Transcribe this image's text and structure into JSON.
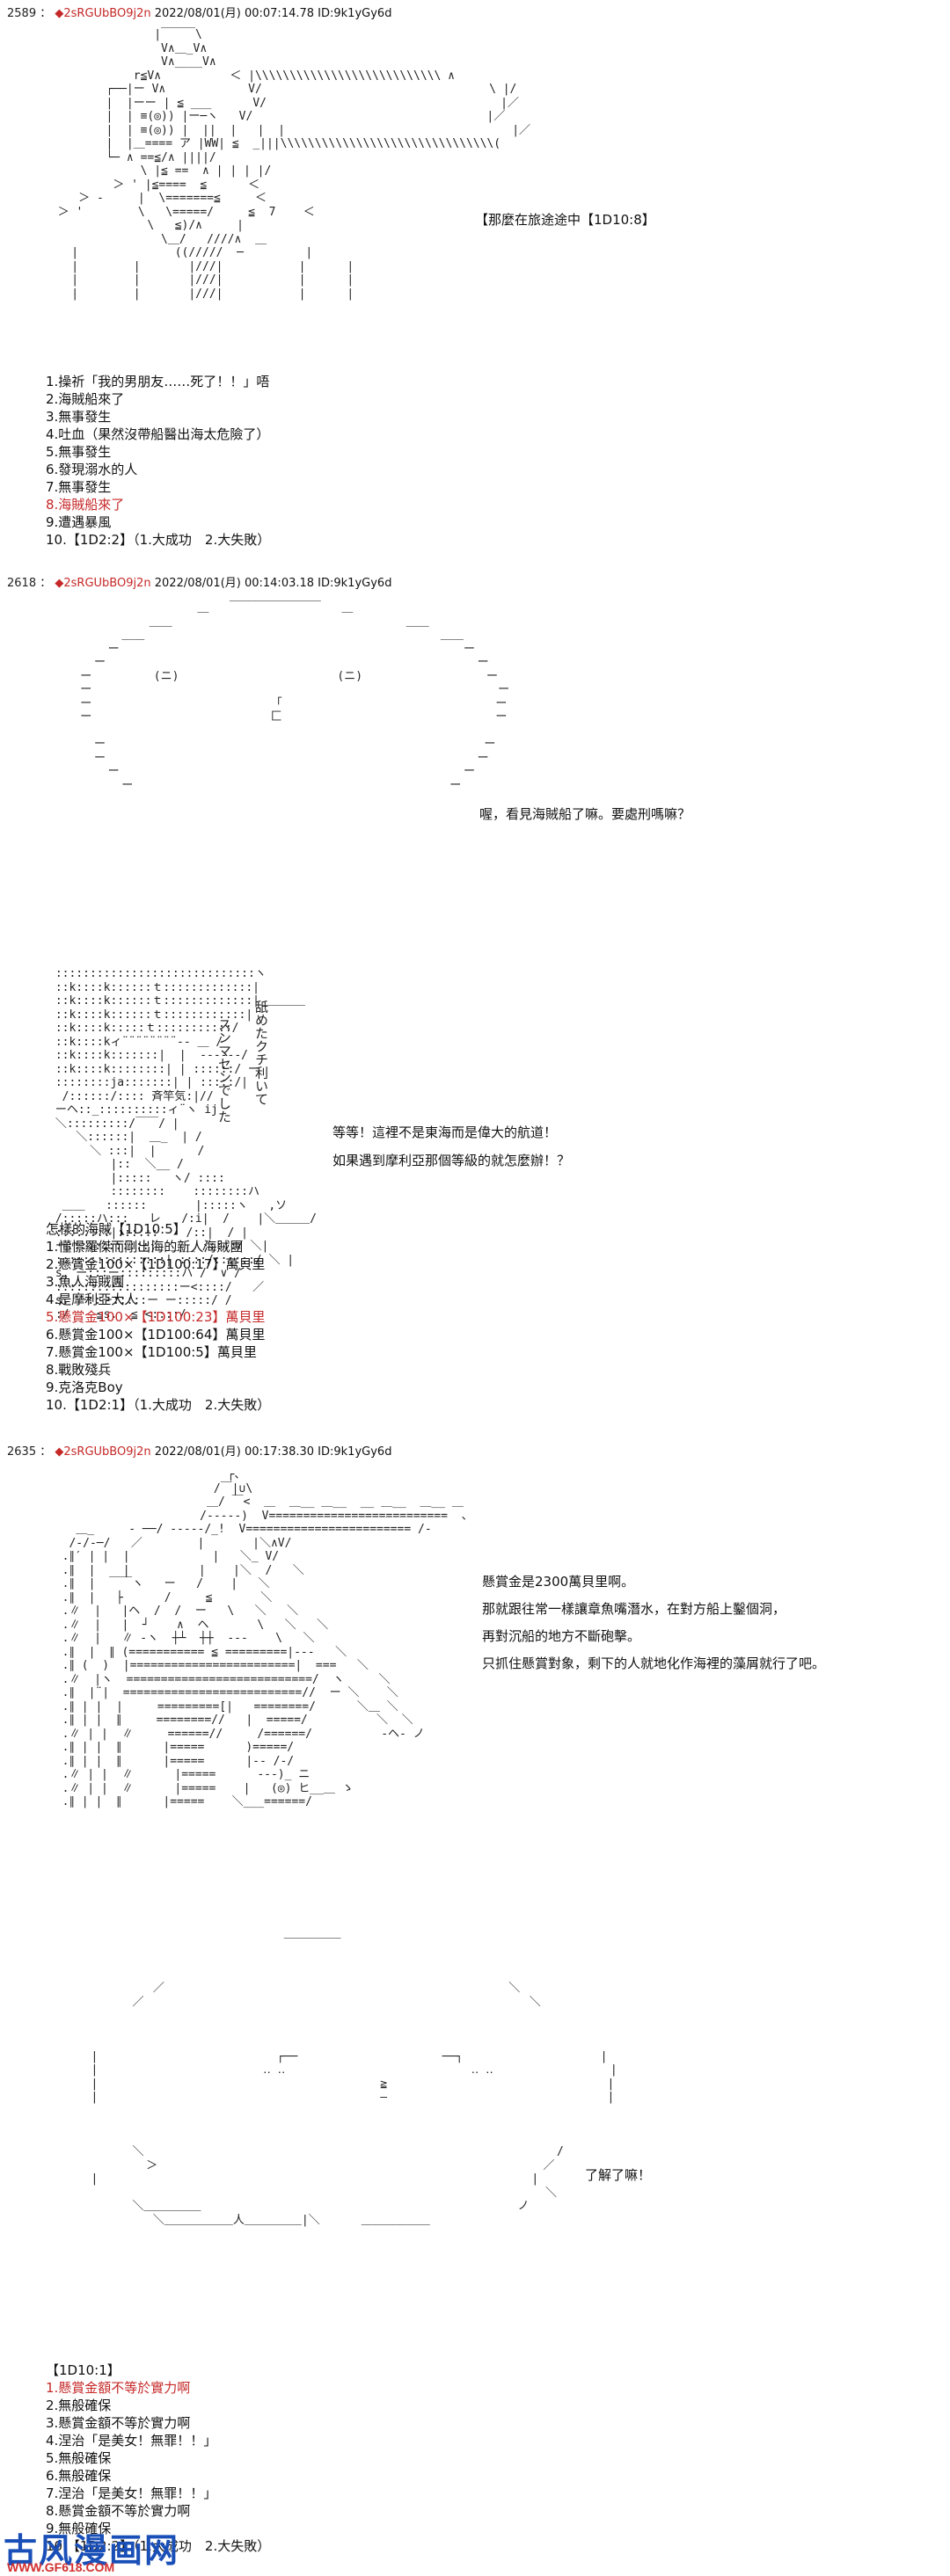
{
  "posts": [
    {
      "num": "2589",
      "sep": "：",
      "name": "2sRGUbBO9j2n",
      "meta": "2022/08/01(月) 00:07:14.78 ID:9k1yGy6d",
      "speech": [
        "【那麼在旅途途中【1D10:8】"
      ],
      "list": [
        "1.操祈「我的男朋友……死了！！」唔",
        "2.海賊船來了",
        "3.無事發生",
        "4.吐血（果然沒帶船醫出海太危險了）",
        "5.無事發生",
        "6.發現溺水的人",
        "7.無事發生",
        "8.海賊船來了",
        "9.遭遇暴風",
        "10.【1D2:2】（1.大成功　2.大失敗）"
      ]
    },
    {
      "num": "2618",
      "sep": "：",
      "name": "2sRGUbBO9j2n",
      "meta": "2022/08/01(月) 00:14:03.18 ID:9k1yGy6d",
      "speech_a": [
        "喔，看見海賊船了嘛。要處刑嗎嘛？"
      ],
      "speech_b": [
        "等等！這裡不是東海而是偉大的航道！",
        "如果遇到摩利亞那個等級的就怎麼辦！？"
      ],
      "vertical": [
        "スンマセンでした",
        "舐めたクチ利いて"
      ],
      "list": [
        "怎樣的海賊【1D10:5】",
        "1.懂憬羅傑而剛出海的新人海賊團",
        "2.懸賞金100×【1D100:17】萬貝里",
        "3.魚人海賊團",
        "4.是摩利亞大人",
        "5.懸賞金100×【1D100:23】萬貝里",
        "6.懸賞金100×【1D100:64】萬貝里",
        "7.懸賞金100×【1D100:5】萬貝里",
        "8.戰敗殘兵",
        "9.克洛克Boy",
        "10.【1D2:1】（1.大成功　2.大失敗）"
      ]
    },
    {
      "num": "2635",
      "sep": "：",
      "name": "2sRGUbBO9j2n",
      "meta": "2022/08/01(月) 00:17:38.30 ID:9k1yGy6d",
      "speech_a": [
        "懸賞金是2300萬貝里啊。",
        "那就跟往常一樣讓章魚嘴潛水，在對方船上鑿個洞，",
        "再對沉船的地方不斷砲擊。",
        "只抓住懸賞對象，剩下的人就地化作海裡的藻屑就行了吧。"
      ],
      "speech_b": [
        "了解了嘛！"
      ],
      "list": [
        "【1D10:1】",
        "1.懸賞金額不等於實力啊",
        "2.無般確保",
        "3.懸賞金額不等於實力啊",
        "4.涅治「是美女！無罪！！」",
        "5.無般確保",
        "6.無般確保",
        "7.涅治「是美女！無罪！！」",
        "8.懸賞金額不等於實力啊",
        "9.無般確保",
        "10.【1D2:2】（1.大成功　2.大失敗）"
      ]
    }
  ],
  "footer": {
    "logo": "古风漫画网",
    "url": "WWW.GF618.COM"
  },
  "colors": {
    "red": "#c62828",
    "text": "#111111",
    "logo_blue": "#1a4fb8",
    "logo_red": "#d32f2f"
  }
}
